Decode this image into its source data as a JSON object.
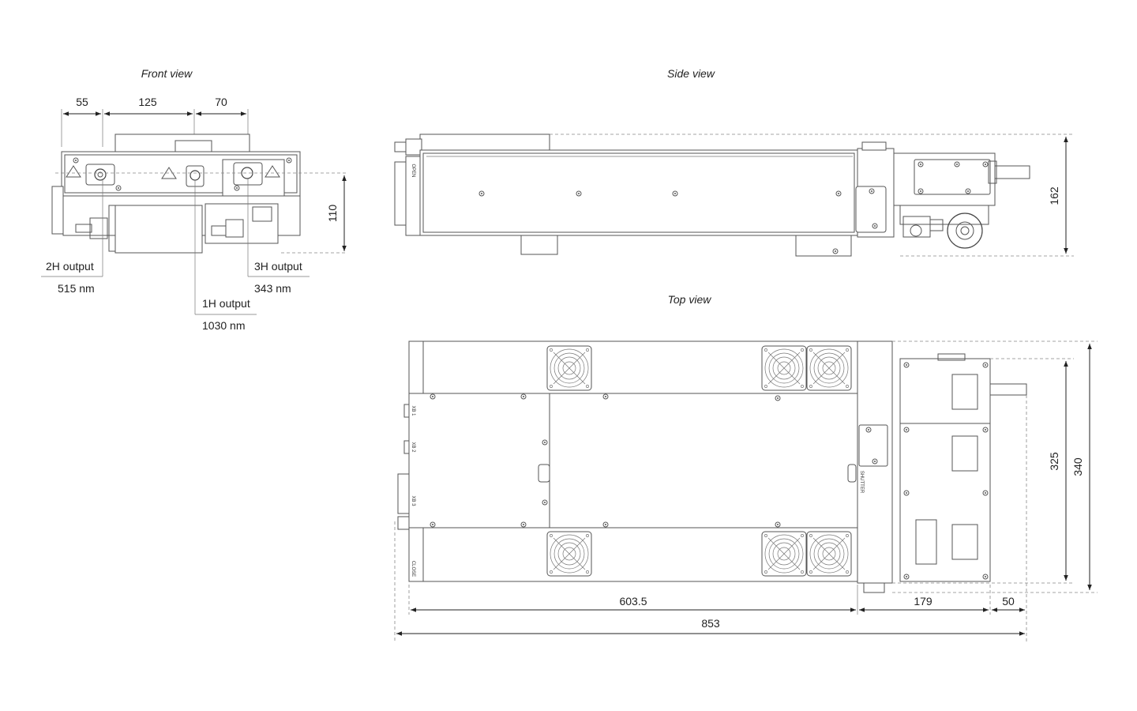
{
  "views": {
    "front": "Front view",
    "side": "Side view",
    "top": "Top view"
  },
  "front_dims": {
    "d1": "55",
    "d2": "125",
    "d3": "70",
    "height": "110"
  },
  "outputs": {
    "h2": {
      "label": "2H output",
      "wavelength": "515 nm"
    },
    "h3": {
      "label": "3H output",
      "wavelength": "343 nm"
    },
    "h1": {
      "label": "1H output",
      "wavelength": "1030 nm"
    }
  },
  "side_dims": {
    "height": "162"
  },
  "top_dims": {
    "len_main": "603.5",
    "len_module": "179",
    "len_extra": "50",
    "len_total": "853",
    "width_inner": "325",
    "width_outer": "340"
  },
  "panel_labels": {
    "open": "OPEN",
    "close": "CLOSE",
    "shutter": "SHUTTER",
    "xb1": "XB 1",
    "xb2": "XB 2",
    "xb3": "XB 3"
  },
  "colors": {
    "line": "#555555",
    "dimension": "#222222",
    "background": "#ffffff"
  }
}
